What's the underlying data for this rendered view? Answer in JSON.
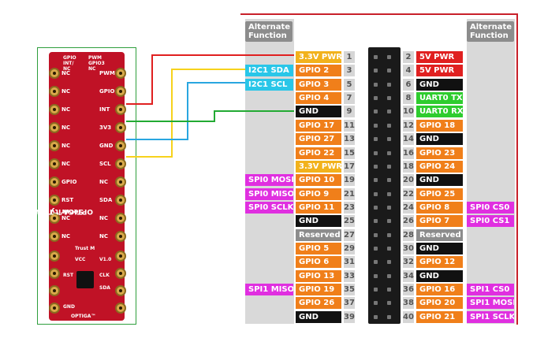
{
  "alternate_function_heading": "Alternate Function",
  "rows": [
    {
      "pin_left": "1",
      "label_left": "3.3V PWR",
      "left_color": "#f2b21c",
      "alt_left": "",
      "pin_right": "2",
      "label_right": "5V PWR",
      "right_color": "#e02020",
      "alt_right": ""
    },
    {
      "pin_left": "3",
      "label_left": "GPIO 2",
      "left_color": "#f07f1a",
      "alt_left": "I2C1 SDA",
      "pin_right": "4",
      "label_right": "5V PWR",
      "right_color": "#e02020",
      "alt_right": ""
    },
    {
      "pin_left": "5",
      "label_left": "GPIO 3",
      "left_color": "#f07f1a",
      "alt_left": "I2C1 SCL",
      "pin_right": "6",
      "label_right": "GND",
      "right_color": "#111111",
      "alt_right": ""
    },
    {
      "pin_left": "7",
      "label_left": "GPIO 4",
      "left_color": "#f07f1a",
      "alt_left": "",
      "pin_right": "8",
      "label_right": "UART0 TX",
      "right_color": "#2ecc2e",
      "alt_right": ""
    },
    {
      "pin_left": "9",
      "label_left": "GND",
      "left_color": "#111111",
      "alt_left": "",
      "pin_right": "10",
      "label_right": "UART0 RX",
      "right_color": "#2ecc2e",
      "alt_right": ""
    },
    {
      "pin_left": "11",
      "label_left": "GPIO 17",
      "left_color": "#f07f1a",
      "alt_left": "",
      "pin_right": "12",
      "label_right": "GPIO 18",
      "right_color": "#f07f1a",
      "alt_right": ""
    },
    {
      "pin_left": "13",
      "label_left": "GPIO 27",
      "left_color": "#f07f1a",
      "alt_left": "",
      "pin_right": "14",
      "label_right": "GND",
      "right_color": "#111111",
      "alt_right": ""
    },
    {
      "pin_left": "15",
      "label_left": "GPIO 22",
      "left_color": "#f07f1a",
      "alt_left": "",
      "pin_right": "16",
      "label_right": "GPIO 23",
      "right_color": "#f07f1a",
      "alt_right": ""
    },
    {
      "pin_left": "17",
      "label_left": "3.3V PWR",
      "left_color": "#f2b21c",
      "alt_left": "",
      "pin_right": "18",
      "label_right": "GPIO 24",
      "right_color": "#f07f1a",
      "alt_right": ""
    },
    {
      "pin_left": "19",
      "label_left": "GPIO 10",
      "left_color": "#f07f1a",
      "alt_left": "SPI0 MOSI",
      "pin_right": "20",
      "label_right": "GND",
      "right_color": "#111111",
      "alt_right": ""
    },
    {
      "pin_left": "21",
      "label_left": "GPIO 9",
      "left_color": "#f07f1a",
      "alt_left": "SPI0 MISO",
      "pin_right": "22",
      "label_right": "GPIO 25",
      "right_color": "#f07f1a",
      "alt_right": ""
    },
    {
      "pin_left": "23",
      "label_left": "GPIO 11",
      "left_color": "#f07f1a",
      "alt_left": "SPI0 SCLK",
      "pin_right": "24",
      "label_right": "GPIO 8",
      "right_color": "#f07f1a",
      "alt_right": "SPI0 CS0"
    },
    {
      "pin_left": "25",
      "label_left": "GND",
      "left_color": "#111111",
      "alt_left": "",
      "pin_right": "26",
      "label_right": "GPIO 7",
      "right_color": "#f07f1a",
      "alt_right": "SPI0 CS1"
    },
    {
      "pin_left": "27",
      "label_left": "Reserved",
      "left_color": "#8c8c8c",
      "alt_left": "",
      "pin_right": "28",
      "label_right": "Reserved",
      "right_color": "#8c8c8c",
      "alt_right": ""
    },
    {
      "pin_left": "29",
      "label_left": "GPIO 5",
      "left_color": "#f07f1a",
      "alt_left": "",
      "pin_right": "30",
      "label_right": "GND",
      "right_color": "#111111",
      "alt_right": ""
    },
    {
      "pin_left": "31",
      "label_left": "GPIO 6",
      "left_color": "#f07f1a",
      "alt_left": "",
      "pin_right": "32",
      "label_right": "GPIO 12",
      "right_color": "#f07f1a",
      "alt_right": ""
    },
    {
      "pin_left": "33",
      "label_left": "GPIO 13",
      "left_color": "#f07f1a",
      "alt_left": "",
      "pin_right": "34",
      "label_right": "GND",
      "right_color": "#111111",
      "alt_right": ""
    },
    {
      "pin_left": "35",
      "label_left": "GPIO 19",
      "left_color": "#f07f1a",
      "alt_left": "SPI1 MISO",
      "pin_right": "36",
      "label_right": "GPIO 16",
      "right_color": "#f07f1a",
      "alt_right": "SPI1 CS0"
    },
    {
      "pin_left": "37",
      "label_left": "GPIO 26",
      "left_color": "#f07f1a",
      "alt_left": "",
      "pin_right": "38",
      "label_right": "GPIO 20",
      "right_color": "#f07f1a",
      "alt_right": "SPI1 MOSI"
    },
    {
      "pin_left": "39",
      "label_left": "GND",
      "left_color": "#111111",
      "alt_left": "",
      "pin_right": "40",
      "label_right": "GPIO 21",
      "right_color": "#f07f1a",
      "alt_right": "SPI1 SCLK"
    }
  ],
  "alt_colors": {
    "i2c": "#29c6e8",
    "spi": "#e02fe0"
  },
  "wire_colors": {
    "power": "#e02020",
    "sda": "#f7d21c",
    "scl": "#29a6e0",
    "gnd": "#22aa33"
  },
  "board": {
    "header_labels": [
      "NC",
      "PWM",
      "NC",
      "GPIO",
      "NC",
      "INT",
      "NC",
      "3V3",
      "NC",
      "GND",
      "NC",
      "SCL",
      "GPIO",
      "NC",
      "RST",
      "SDA",
      "NC",
      "NC",
      "NC",
      "NC"
    ],
    "top_labels": [
      "GPIO",
      "PWM",
      "INT/",
      "GPIO3",
      "NC",
      "NC"
    ],
    "name_lines": [
      "OPTIGA™ Trust M",
      "Security Shield2Go"
    ],
    "bottom_labels": [
      "Trust M",
      "VCC",
      "V1.0",
      "RST",
      "CLK",
      "SDA",
      "GND",
      "OPTIGA™"
    ]
  }
}
